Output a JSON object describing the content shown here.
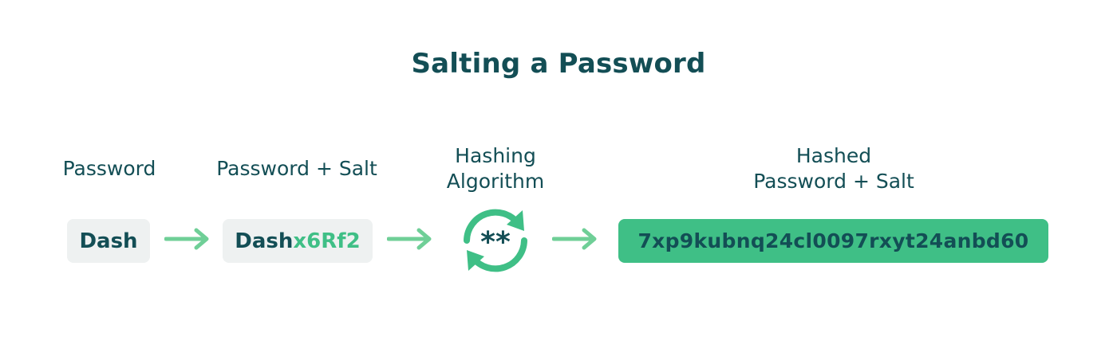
{
  "title": "Salting a Password",
  "steps": {
    "password": {
      "label": "Password",
      "value": "Dash"
    },
    "password_salt": {
      "label": "Password + Salt",
      "value_password": "Dash",
      "value_salt": "x6Rf2"
    },
    "hashing": {
      "label_line1": "Hashing",
      "label_line2": "Algorithm",
      "icon": "refresh-cycle-icon",
      "icon_text": "**"
    },
    "hashed": {
      "label_line1": "Hashed",
      "label_line2": "Password + Salt",
      "value": "7xp9kubnq24cl0097rxyt24anbd60"
    }
  },
  "colors": {
    "primary_text": "#134e55",
    "accent_green": "#3fbf86",
    "arrow_green": "#6fcf97",
    "box_grey": "#eef1f1"
  }
}
